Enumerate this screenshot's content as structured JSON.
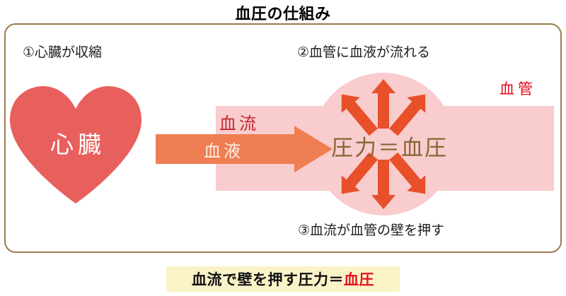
{
  "title": "血圧の仕組み",
  "steps": [
    {
      "id": "step-1",
      "label": "①心臓が収縮"
    },
    {
      "id": "step-2",
      "label": "②血管に血液が流れる"
    },
    {
      "id": "step-3",
      "label": "③血流が血管の壁を押す"
    }
  ],
  "heart": {
    "label": "心臓",
    "fill": "#e8605d",
    "text_color": "#ffffff"
  },
  "flow": {
    "bloodflow_label": "血流",
    "blood_label": "血液",
    "arrow_color": "#ef7e52",
    "bloodflow_color": "#c0272d",
    "blood_color": "#fdf0e6"
  },
  "vessel": {
    "label": "血管",
    "label_color": "#e00b18",
    "fill": "#f9ccce",
    "equation": "圧力＝血圧",
    "equation_color": "#8a6334",
    "pressure_arrow_color": "#e8502a"
  },
  "banner": {
    "text": "血流で壁を押す圧力＝",
    "accent": "血圧",
    "background": "#faf3c8",
    "text_color": "#111111",
    "accent_color": "#e4121f"
  },
  "frame": {
    "border_color": "#9c7a4e"
  }
}
